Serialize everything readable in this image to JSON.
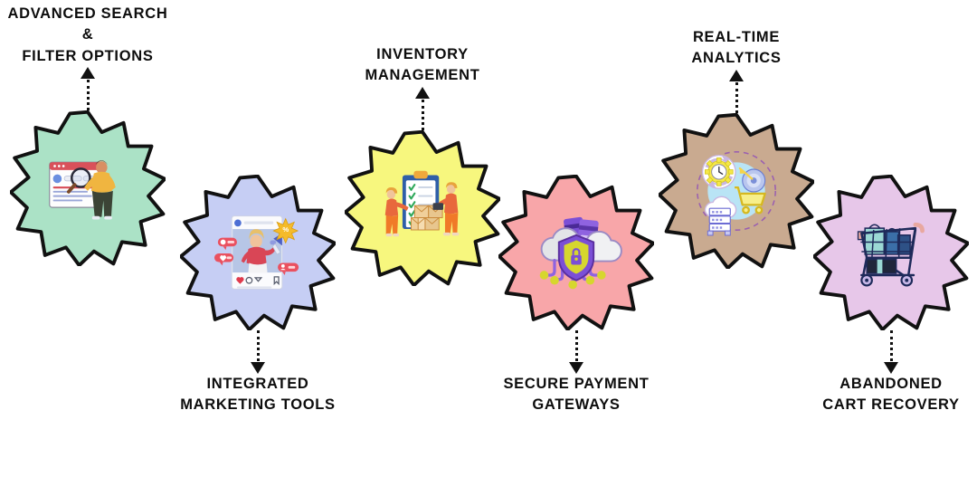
{
  "title": "E-commerce platform feature highlights",
  "background_color": "#ffffff",
  "text_color": "#0d0d0d",
  "arrow_color": "#111111",
  "burst_outline_color": "#111111",
  "features": [
    {
      "id": "advanced-search",
      "label": "ADVANCED SEARCH\n&\nFILTER OPTIONS",
      "label_position": "above",
      "arrow_direction": "up",
      "badge_color": "#abe2c6",
      "icon_name": "search-magnifier-person-illustration"
    },
    {
      "id": "integrated-marketing",
      "label": "INTEGRATED\nMARKETING TOOLS",
      "label_position": "below",
      "arrow_direction": "down",
      "badge_color": "#c6cef4",
      "icon_name": "social-media-megaphone-illustration"
    },
    {
      "id": "inventory-management",
      "label": "INVENTORY MANAGEMENT",
      "label_position": "above",
      "arrow_direction": "up",
      "badge_color": "#f7f77e",
      "icon_name": "warehouse-clipboard-boxes-illustration"
    },
    {
      "id": "secure-payment",
      "label": "SECURE PAYMENT\nGATEWAYS",
      "label_position": "below",
      "arrow_direction": "down",
      "badge_color": "#f8a6a9",
      "icon_name": "cloud-shield-lock-illustration"
    },
    {
      "id": "real-time-analytics",
      "label": "REAL-TIME\nANALYTICS",
      "label_position": "above",
      "arrow_direction": "up",
      "badge_color": "#c9aa90",
      "icon_name": "analytics-clock-target-cart-illustration"
    },
    {
      "id": "abandoned-cart-recovery",
      "label": "ABANDONED\nCART RECOVERY",
      "label_position": "below",
      "arrow_direction": "down",
      "badge_color": "#e7c7e9",
      "icon_name": "shopping-cart-bags-illustration"
    }
  ]
}
